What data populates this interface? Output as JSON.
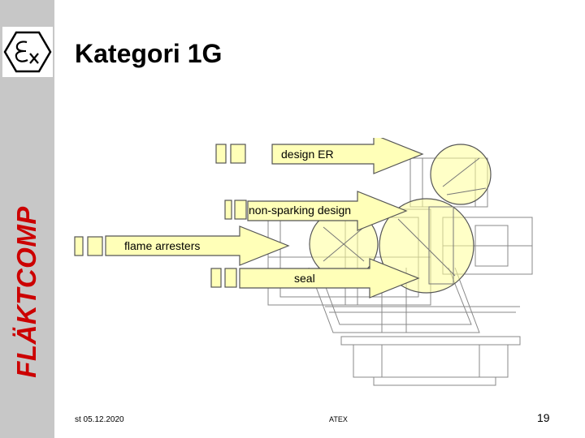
{
  "slide": {
    "title": "Kategori 1G",
    "brand": "FLÄKTCOMP",
    "logo_icon": "ex-hexagon-icon"
  },
  "callouts": [
    {
      "label": "design ER"
    },
    {
      "label": "non-sparking design"
    },
    {
      "label": "flame arresters"
    },
    {
      "label": "seal"
    }
  ],
  "footer": {
    "date": "st 05.12.2020",
    "center": "ATEX",
    "page_number": "19"
  },
  "colors": {
    "sidebar": "#c7c7c7",
    "brand": "#cc0000",
    "arrow_fill": "#ffffb8",
    "arrow_stroke": "#555555"
  }
}
